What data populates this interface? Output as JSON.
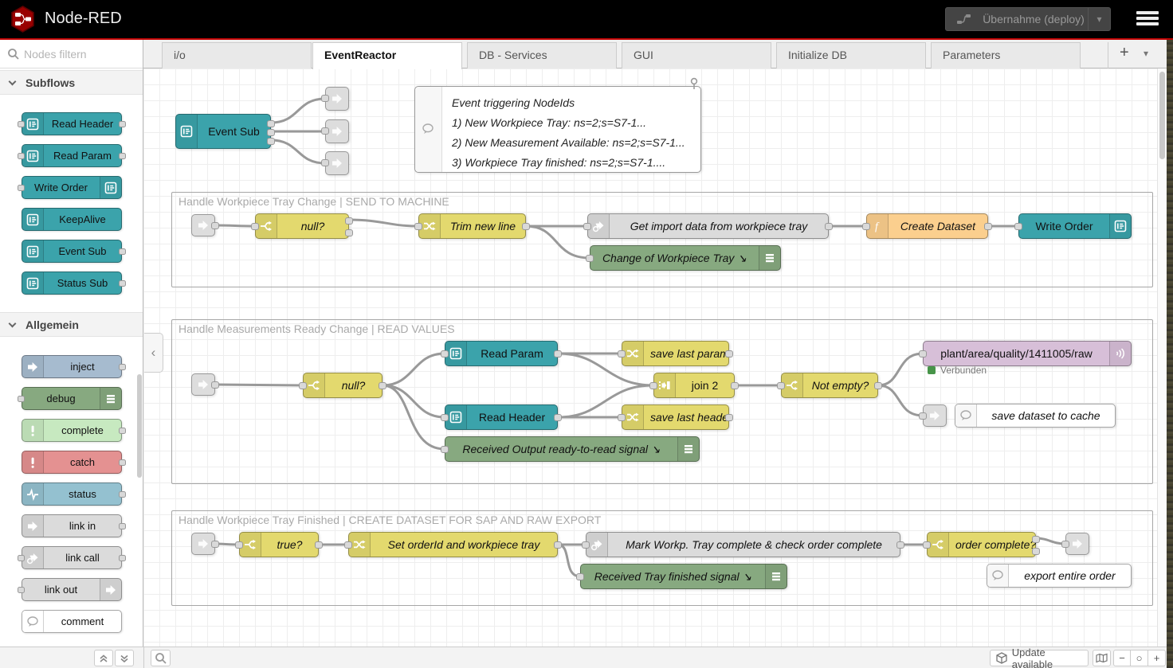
{
  "header": {
    "app_title": "Node-RED",
    "deploy_label": "Übernahme (deploy)",
    "deploy_caret": "▾"
  },
  "palette": {
    "search_placeholder": "Nodes filtern",
    "categories": [
      {
        "label": "Subflows",
        "items": [
          {
            "label": "Read Header"
          },
          {
            "label": "Read Param"
          },
          {
            "label": "Write Order"
          },
          {
            "label": "KeepAlive"
          },
          {
            "label": "Event Sub"
          },
          {
            "label": "Status Sub"
          }
        ]
      },
      {
        "label": "Allgemein",
        "items": [
          {
            "label": "inject"
          },
          {
            "label": "debug"
          },
          {
            "label": "complete"
          },
          {
            "label": "catch"
          },
          {
            "label": "status"
          },
          {
            "label": "link in"
          },
          {
            "label": "link call"
          },
          {
            "label": "link out"
          },
          {
            "label": "comment"
          }
        ]
      }
    ]
  },
  "tabs": {
    "items": [
      {
        "label": "i/o"
      },
      {
        "label": "EventReactor"
      },
      {
        "label": "DB - Services"
      },
      {
        "label": "GUI"
      },
      {
        "label": "Initialize DB"
      },
      {
        "label": "Parameters"
      }
    ],
    "add_label": "+",
    "menu_label": "▾"
  },
  "canvas": {
    "comment_box": {
      "lines": [
        "Event triggering NodeIds",
        "1) New Workpiece Tray: ns=2;s=S7-1...",
        "2) New Measurement Available: ns=2;s=S7-1...",
        "3) Workpiece Tray finished: ns=2;s=S7-1...."
      ]
    },
    "groups": [
      {
        "title": "Handle Workpiece Tray Change | SEND TO MACHINE"
      },
      {
        "title": "Handle Measurements Ready Change | READ VALUES"
      },
      {
        "title": "Handle Workpiece Tray Finished | CREATE DATASET FOR SAP AND RAW EXPORT"
      }
    ],
    "nodes": {
      "event_sub": "Event Sub",
      "null_1": "null?",
      "trim_new_line": "Trim new line",
      "get_import": "Get import data from workpiece tray",
      "create_dataset": "Create Dataset",
      "write_order": "Write Order",
      "change_tray": "Change of Workpiece Tray ↘",
      "null_2": "null?",
      "read_param": "Read Param",
      "read_header": "Read Header",
      "received_output": "Received Output ready-to-read signal ↘",
      "save_last_param": "save last param",
      "join_2": "join 2",
      "save_last_header": "save last header",
      "not_empty": "Not empty?",
      "mqtt_topic": "plant/area/quality/1411005/raw",
      "mqtt_status": "Verbunden",
      "save_dataset_comment": "save dataset to cache",
      "true_1": "true?",
      "set_orderid": "Set orderId and workpiece tray",
      "mark_workp": "Mark Workp. Tray complete & check order complete",
      "received_tray": "Received Tray finished signal ↘",
      "order_complete": "order complete?",
      "export_comment": "export entire order"
    }
  },
  "footer": {
    "update_label": "Update available",
    "zoom_out": "−",
    "zoom_reset": "○",
    "zoom_in": "+"
  },
  "colors": {
    "accent_red": "#C00000",
    "subflow_teal": "#3BA3AB",
    "node_yellow": "#E3D96E",
    "node_green": "#87A980",
    "node_orange": "#FBCF8E",
    "node_purple": "#D7BFD8",
    "node_grey": "#DBDBDB",
    "status_green": "#479449"
  }
}
